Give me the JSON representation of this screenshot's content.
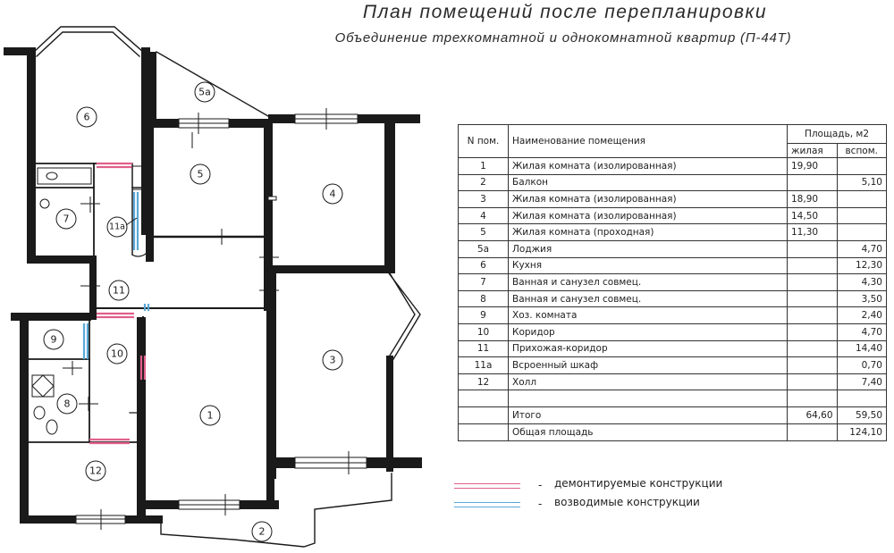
{
  "header": {
    "title": "План помещений после перепланировки",
    "subtitle": "Объединение трехкомнатной и однокомнатной квартир (П-44Т)"
  },
  "plan": {
    "room_labels": [
      "6",
      "5а",
      "5",
      "4",
      "7",
      "11а",
      "11",
      "3",
      "9",
      "10",
      "8",
      "1",
      "12",
      "2"
    ]
  },
  "table": {
    "col_num": "N пом.",
    "col_name": "Наименование помещения",
    "col_area": "Площадь, м2",
    "col_living": "жилая",
    "col_aux": "вспом.",
    "rows": [
      {
        "num": "1",
        "name": "Жилая комната (изолированная)",
        "living": "19,90",
        "aux": ""
      },
      {
        "num": "2",
        "name": "Балкон",
        "living": "",
        "aux": "5,10"
      },
      {
        "num": "3",
        "name": "Жилая комната (изолированная)",
        "living": "18,90",
        "aux": ""
      },
      {
        "num": "4",
        "name": "Жилая комната (изолированная)",
        "living": "14,50",
        "aux": ""
      },
      {
        "num": "5",
        "name": "Жилая комната (проходная)",
        "living": "11,30",
        "aux": ""
      },
      {
        "num": "5а",
        "name": "Лоджия",
        "living": "",
        "aux": "4,70"
      },
      {
        "num": "6",
        "name": "Кухня",
        "living": "",
        "aux": "12,30"
      },
      {
        "num": "7",
        "name": "Ванная и санузел совмец.",
        "living": "",
        "aux": "4,30"
      },
      {
        "num": "8",
        "name": "Ванная и санузел совмец.",
        "living": "",
        "aux": "3,50"
      },
      {
        "num": "9",
        "name": "Хоз. комната",
        "living": "",
        "aux": "2,40"
      },
      {
        "num": "10",
        "name": "Коридор",
        "living": "",
        "aux": "4,70"
      },
      {
        "num": "11",
        "name": "Прихожая-коридор",
        "living": "",
        "aux": "14,40"
      },
      {
        "num": "11а",
        "name": "Всроенный шкаф",
        "living": "",
        "aux": "0,70"
      },
      {
        "num": "12",
        "name": "Холл",
        "living": "",
        "aux": "7,40"
      },
      {
        "num": "",
        "name": "",
        "living": "",
        "aux": ""
      }
    ],
    "total_label": "Итого",
    "total_living": "64,60",
    "total_aux": "59,50",
    "grand_label": "Общая площадь",
    "grand_value": "124,10"
  },
  "legend": {
    "dash": "-",
    "demolished_label": "демонтируемые конструкции",
    "demolished_color": "#e0608a",
    "erected_label": "возводимые конструкции",
    "erected_color": "#5aa8d8"
  }
}
